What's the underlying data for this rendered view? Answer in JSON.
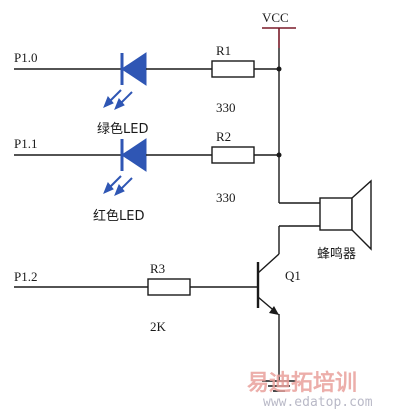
{
  "labels": {
    "vcc": "VCC",
    "p10": "P1.0",
    "p11": "P1.1",
    "p12": "P1.2",
    "r1": "R1",
    "r2": "R2",
    "r3": "R3",
    "r1_value": "330",
    "r2_value": "330",
    "r3_value": "2K",
    "led_green": "绿色LED",
    "led_red": "红色LED",
    "buzzer": "蜂鸣器",
    "q1": "Q1"
  },
  "watermark": {
    "brand": "易迪拓培训",
    "url": "www.edatop.com"
  },
  "colors": {
    "wire": "#1a1a1a",
    "diode": "#2f56b4",
    "vcc_rail": "#7a1a28",
    "watermark": "#e9a19c"
  }
}
